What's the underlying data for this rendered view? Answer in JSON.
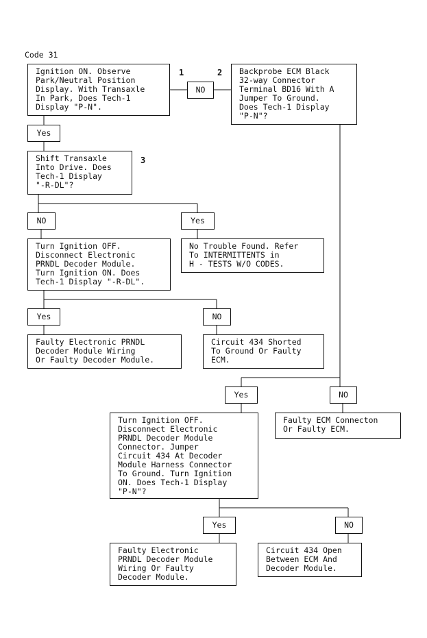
{
  "code_title": "Code 31",
  "step_numbers": {
    "n1": "1",
    "n2": "2",
    "n3": "3"
  },
  "boxes": {
    "ignition_on": "Ignition ON. Observe\nPark/Neutral Position\nDisplay. With Transaxle\nIn Park, Does Tech-1\nDisplay \"P-N\".",
    "backprobe": "Backprobe ECM Black\n32-way Connector\nTerminal BD16 With A\nJumper To Ground.\nDoes Tech-1 Display\n\"P-N\"?",
    "shift_drive": "Shift Transaxle\nInto Drive. Does\nTech-1 Display\n\"-R-DL\"?",
    "no_trouble": "No Trouble Found. Refer\nTo INTERMITTENTS in\nH - TESTS W/O CODES.",
    "turn_off_1": "Turn Ignition OFF.\nDisconnect Electronic\nPRNDL Decoder Module.\nTurn Ignition ON. Does\nTech-1 Display \"-R-DL\".",
    "faulty_wiring_1": "Faulty Electronic PRNDL\nDecoder Module Wiring\nOr Faulty Decoder Module.",
    "circuit_shorted": "Circuit 434 Shorted\nTo Ground Or Faulty\nECM.",
    "turn_off_2": "Turn Ignition OFF.\nDisconnect Electronic\nPRNDL Decoder Module\nConnector. Jumper\nCircuit 434 At Decoder\nModule Harness Connector\nTo Ground. Turn Ignition\nON. Does Tech-1 Display\n\"P-N\"?",
    "faulty_ecm": "Faulty ECM Connecton\nOr Faulty ECM.",
    "faulty_wiring_2": "Faulty Electronic\nPRNDL Decoder Module\nWiring Or Faulty\nDecoder Module.",
    "circuit_open": "Circuit 434 Open\nBetween ECM And\nDecoder Module."
  },
  "answers": {
    "no_1": "NO",
    "yes_1": "Yes",
    "no_2": "NO",
    "yes_2": "Yes",
    "yes_3": "Yes",
    "no_3": "NO",
    "yes_4": "Yes",
    "no_4": "NO",
    "yes_5": "Yes",
    "no_5": "NO"
  }
}
